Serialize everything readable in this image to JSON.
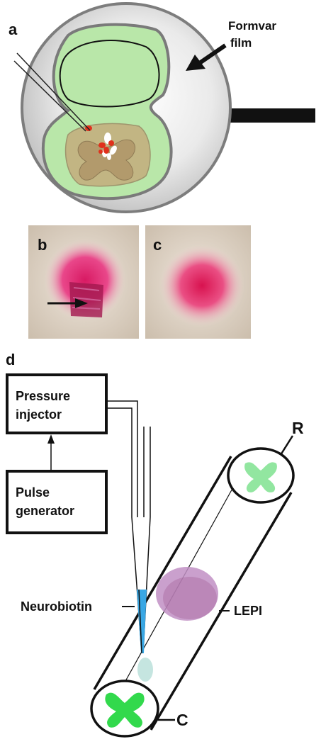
{
  "panels": {
    "a": {
      "letter": "a",
      "callout": [
        "Formvar",
        "film"
      ]
    },
    "b": {
      "letter": "b"
    },
    "c": {
      "letter": "c"
    },
    "d": {
      "letter": "d",
      "pressure_injector": [
        "Pressure",
        "injector"
      ],
      "pulse_generator": [
        "Pulse",
        "generator"
      ],
      "neurobiotin": "Neurobiotin",
      "lepi": "LEPI",
      "rostral": "R",
      "caudal": "C"
    }
  },
  "colors": {
    "tissue_green": "#b9e7a9",
    "cord_tan": "#c4ad7d",
    "grey_matter": "#4be04b",
    "dye_pink": "#e0286f",
    "tracer_blue": "#39a7e4",
    "lepi_purple": "#b67bb8"
  }
}
